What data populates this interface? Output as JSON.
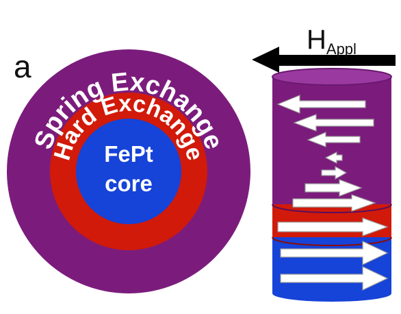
{
  "panel_label": "a",
  "field": {
    "symbol": "H",
    "subscript": "Appl"
  },
  "layers": {
    "spring": {
      "label": "Spring Exchange",
      "color": "#7b1c7c"
    },
    "hard": {
      "label": "Hard Exchange",
      "color": "#d11a0a"
    },
    "core": {
      "label_line1": "FePt",
      "label_line2": "core",
      "color": "#1643d8"
    }
  },
  "arrow_color": "#ffffff",
  "field_arrow_color": "#000000",
  "cylinder_top_color": "#9a3aa0"
}
